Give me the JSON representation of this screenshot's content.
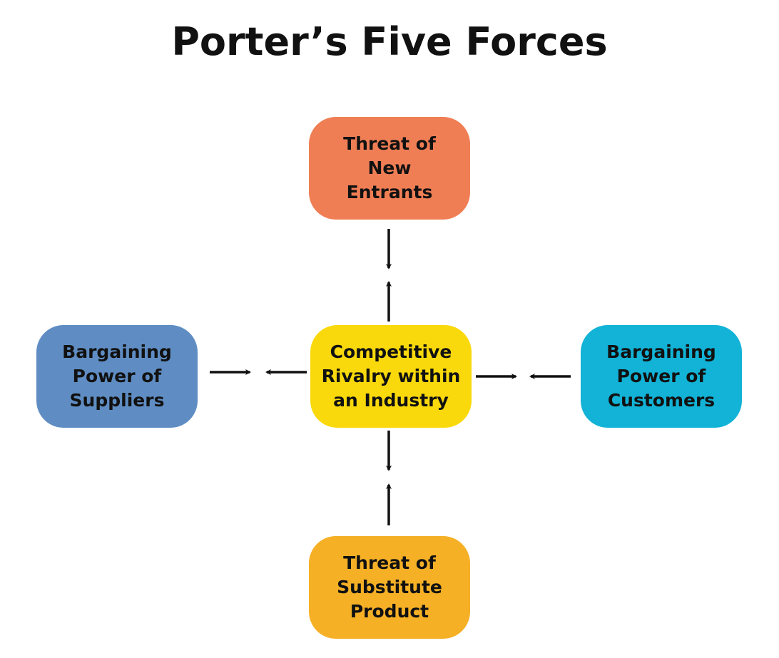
{
  "title": "Porter’s Five Forces",
  "colors": {
    "threat_new_entrants": "#F07E55",
    "competitive_rivalry": "#F9D90B",
    "bargaining_suppliers": "#5F8DC3",
    "bargaining_customers": "#12B3D6",
    "threat_substitute": "#F5B026",
    "arrow": "#111111",
    "text": "#111111"
  },
  "forces": {
    "top": "Threat of\nNew\nEntrants",
    "center": "Competitive\nRivalry within\nan Industry",
    "left": "Bargaining\nPower of\nSuppliers",
    "right": "Bargaining\nPower of\nCustomers",
    "bottom": "Threat of\nSubstitute\nProduct"
  }
}
